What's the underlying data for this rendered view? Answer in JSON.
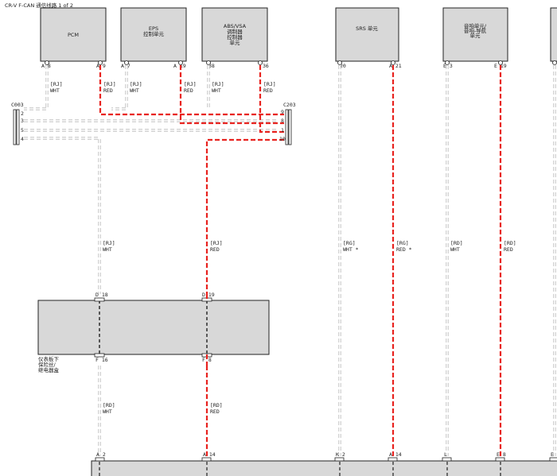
{
  "title": "CR-V F-CAN 通信线路 1 of 2",
  "top_modules": [
    {
      "id": "pcm",
      "lines": [
        "PCM"
      ],
      "pin_left": "A 8",
      "pin_right": "A 9",
      "wire_left_label": [
        "[RJ]",
        "WHT"
      ],
      "wire_right_label": [
        "[RJ]",
        "RED"
      ]
    },
    {
      "id": "eps",
      "lines": [
        "EPS",
        "控制单元"
      ],
      "pin_left": "A 7",
      "pin_right": "A 19",
      "wire_left_label": [
        "[RJ]",
        "WHT"
      ],
      "wire_right_label": [
        "[RJ]",
        "RED"
      ]
    },
    {
      "id": "abs",
      "lines": [
        "ABS/VSA",
        "调制器",
        "控制器",
        "单元"
      ],
      "pin_left": "38",
      "pin_right": "36",
      "wire_left_label": [
        "[RJ]",
        "WHT"
      ],
      "wire_right_label": [
        "[RJ]",
        "RED"
      ]
    },
    {
      "id": "srs",
      "lines": [
        "SRS 单元"
      ],
      "pin_left": "20",
      "pin_right": "A 21",
      "wire_left_label": [
        "[RG]",
        "WHT *"
      ],
      "wire_right_label": [
        "[RG]",
        "RED *"
      ]
    },
    {
      "id": "audio",
      "lines": [
        "音响单元/",
        "音响-导航",
        "单元"
      ],
      "pin_left": "E 3",
      "pin_right": "E 19",
      "wire_left_label": [
        "[RD]",
        "WHT"
      ],
      "wire_right_label": [
        "[RD]",
        "RED"
      ]
    }
  ],
  "connectors": {
    "left": {
      "name": "C003",
      "pins": [
        "2",
        "3",
        "5",
        "4"
      ]
    },
    "right": {
      "name": "C203",
      "pins": [
        "9",
        "8",
        "1",
        "10"
      ]
    }
  },
  "midbox": {
    "lines": [
      "仪表板下",
      "保险丝/",
      "继电器盒"
    ],
    "pins_top": [
      "D 18",
      "D 19"
    ],
    "pins_bottom": [
      "F 16",
      "F 8"
    ],
    "upper_left_wire": [
      "[RJ]",
      "WHT"
    ],
    "upper_right_wire": [
      "[RJ]",
      "RED"
    ],
    "lower_left_wire": [
      "[RD]",
      "WHT"
    ],
    "lower_right_wire": [
      "[RD]",
      "RED"
    ]
  },
  "bottom_pins": [
    "A 2",
    "A 14",
    "K 2",
    "A 14",
    "L",
    "E 8",
    "E"
  ],
  "colors": {
    "can_high": "#e8231f",
    "can_low": "#b8b8b8",
    "box_fill": "#d8d8d8",
    "outline": "#222222"
  }
}
